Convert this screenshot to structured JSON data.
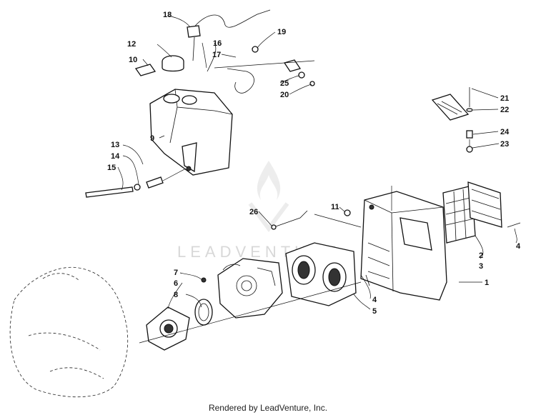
{
  "footer_text": "Rendered by LeadVenture, Inc.",
  "watermark_text": "LEADVENTURE",
  "callouts": {
    "c1": "1",
    "c2": "2",
    "c3": "3",
    "c4a": "4",
    "c4b": "4",
    "c5": "5",
    "c6": "6",
    "c7": "7",
    "c8": "8",
    "c9": "9",
    "c10": "10",
    "c11": "11",
    "c12": "12",
    "c13": "13",
    "c14": "14",
    "c15": "15",
    "c16": "16",
    "c17": "17",
    "c18": "18",
    "c19": "19",
    "c20": "20",
    "c21": "21",
    "c22": "22",
    "c23": "23",
    "c24": "24",
    "c25": "25",
    "c26": "26"
  }
}
